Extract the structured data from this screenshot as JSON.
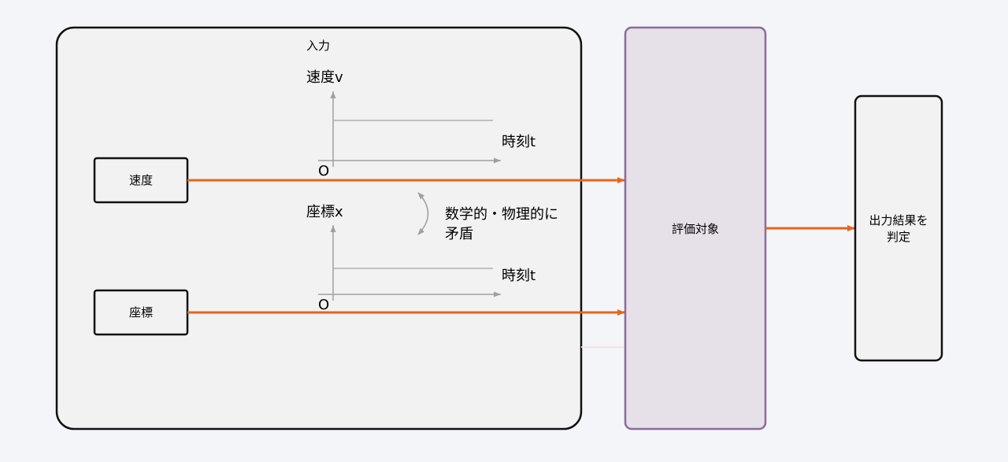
{
  "input": {
    "title": "入力",
    "velocity_label": "速度",
    "position_label": "座標"
  },
  "velocity_graph": {
    "y_label": "速度v",
    "x_label": "時刻t",
    "origin": "O"
  },
  "position_graph": {
    "y_label": "座標x",
    "x_label": "時刻t",
    "origin": "O"
  },
  "contradiction": {
    "line1": "数学的・物理的に",
    "line2": "矛盾"
  },
  "evaluation": {
    "label": "評価対象"
  },
  "output": {
    "line1": "出力結果を",
    "line2": "判定"
  },
  "colors": {
    "arrow": "#e8651a",
    "evaluation_border": "#8c6a9a",
    "evaluation_fill": "#e6e0e9",
    "box_fill": "#f2f2f2",
    "axis": "#a0a0a0"
  }
}
